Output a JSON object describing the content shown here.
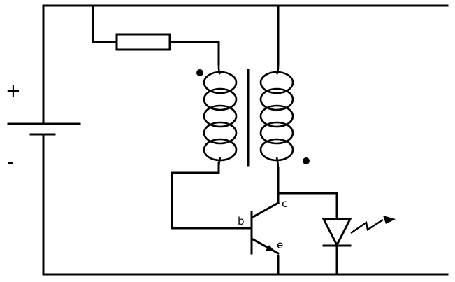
{
  "battery": {
    "plus_label": "+",
    "minus_label": "-"
  },
  "transistor": {
    "base_label": "b",
    "collector_label": "c",
    "emitter_label": "e"
  },
  "coil_turns": 5
}
